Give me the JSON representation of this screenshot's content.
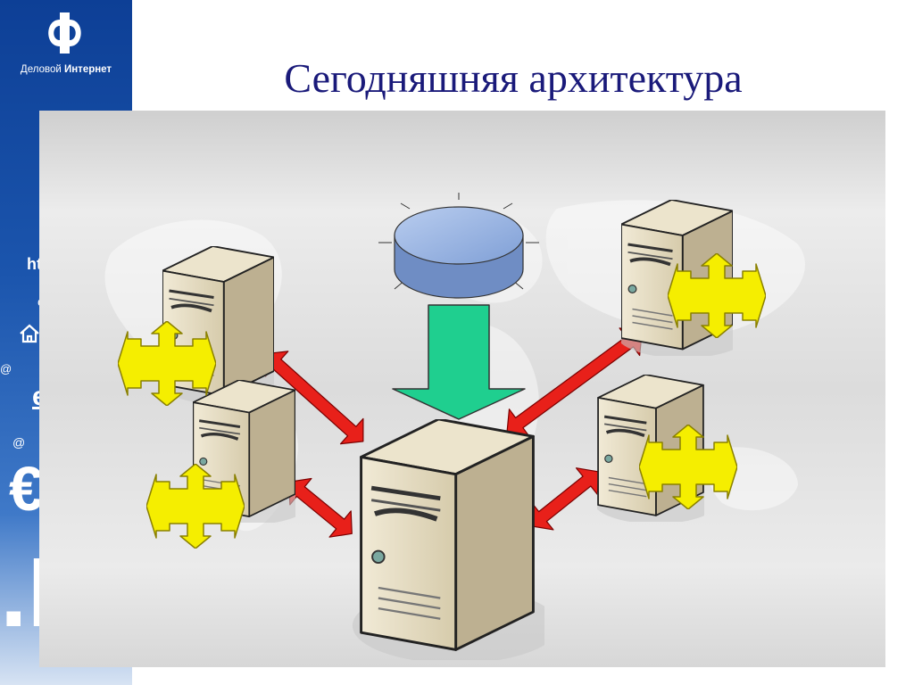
{
  "sidebar": {
    "logo_word_1": "Деловой",
    "logo_word_2": "Интернет",
    "deco_text_1": "ht",
    "deco_at": "@",
    "deco_euro": "€"
  },
  "title": "Сегодняшняя архитектура",
  "colors": {
    "sidebar_blue": "#1b55ad",
    "title_blue": "#1a1a7a",
    "arrow_red": "#e8201a",
    "arrow_green": "#1fcf8f",
    "move_icon_yellow": "#f5ee00",
    "database_blue": "#9ab4e2",
    "server_beige": "#d9ceb0"
  },
  "diagram": {
    "nodes": [
      {
        "id": "database",
        "icon": "database-cylinder-icon"
      },
      {
        "id": "central-server",
        "icon": "server-tower-icon"
      },
      {
        "id": "server-top-left",
        "icon": "server-tower-icon"
      },
      {
        "id": "server-mid-left",
        "icon": "server-tower-icon"
      },
      {
        "id": "server-top-right",
        "icon": "server-tower-icon"
      },
      {
        "id": "server-mid-right",
        "icon": "server-tower-icon"
      }
    ],
    "connections": [
      {
        "from": "database",
        "to": "central-server",
        "type": "one-way"
      },
      {
        "from": "server-top-left",
        "to": "central-server",
        "type": "two-way"
      },
      {
        "from": "server-mid-left",
        "to": "central-server",
        "type": "two-way"
      },
      {
        "from": "server-top-right",
        "to": "central-server",
        "type": "two-way"
      },
      {
        "from": "server-mid-right",
        "to": "central-server",
        "type": "two-way"
      }
    ]
  }
}
